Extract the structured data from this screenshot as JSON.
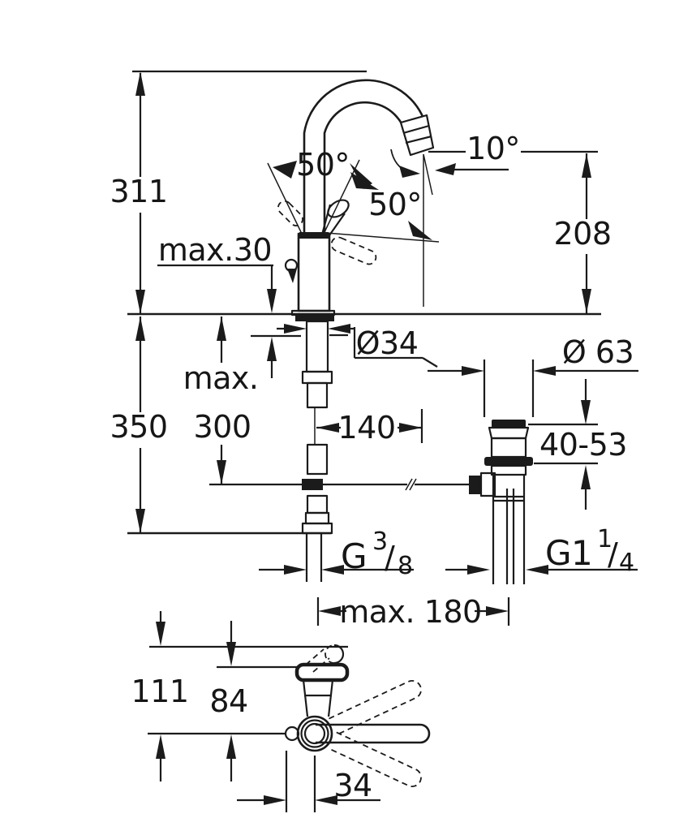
{
  "page": {
    "background": "#ffffff",
    "ink": "#1b1b1b",
    "kind": "faucet installation dimension drawing"
  },
  "labels": {
    "height_total": "311",
    "deck_thickness": "max.30",
    "handle_angle_left": "50°",
    "handle_angle_right": "50°",
    "outlet_angle": "10°",
    "spout_height": "208",
    "depth_total": "350",
    "hose_max_word": "max.",
    "hose_max_value": "300",
    "shank_diameter": "Ø34",
    "spout_reach": "140",
    "waste_diameter": "Ø 63",
    "waste_adjust_range": "40-53",
    "supply_thread_prefix": "G",
    "supply_thread_sup": "3",
    "supply_thread_slash": "/",
    "supply_thread_sub": "8",
    "waste_thread_prefix": "G1",
    "waste_thread_sup": "1",
    "waste_thread_slash": "/",
    "waste_thread_sub": "4",
    "max_spread": "max. 180",
    "plan_depth_total": "111",
    "plan_body_depth": "84",
    "plan_rod_offset": "34"
  }
}
